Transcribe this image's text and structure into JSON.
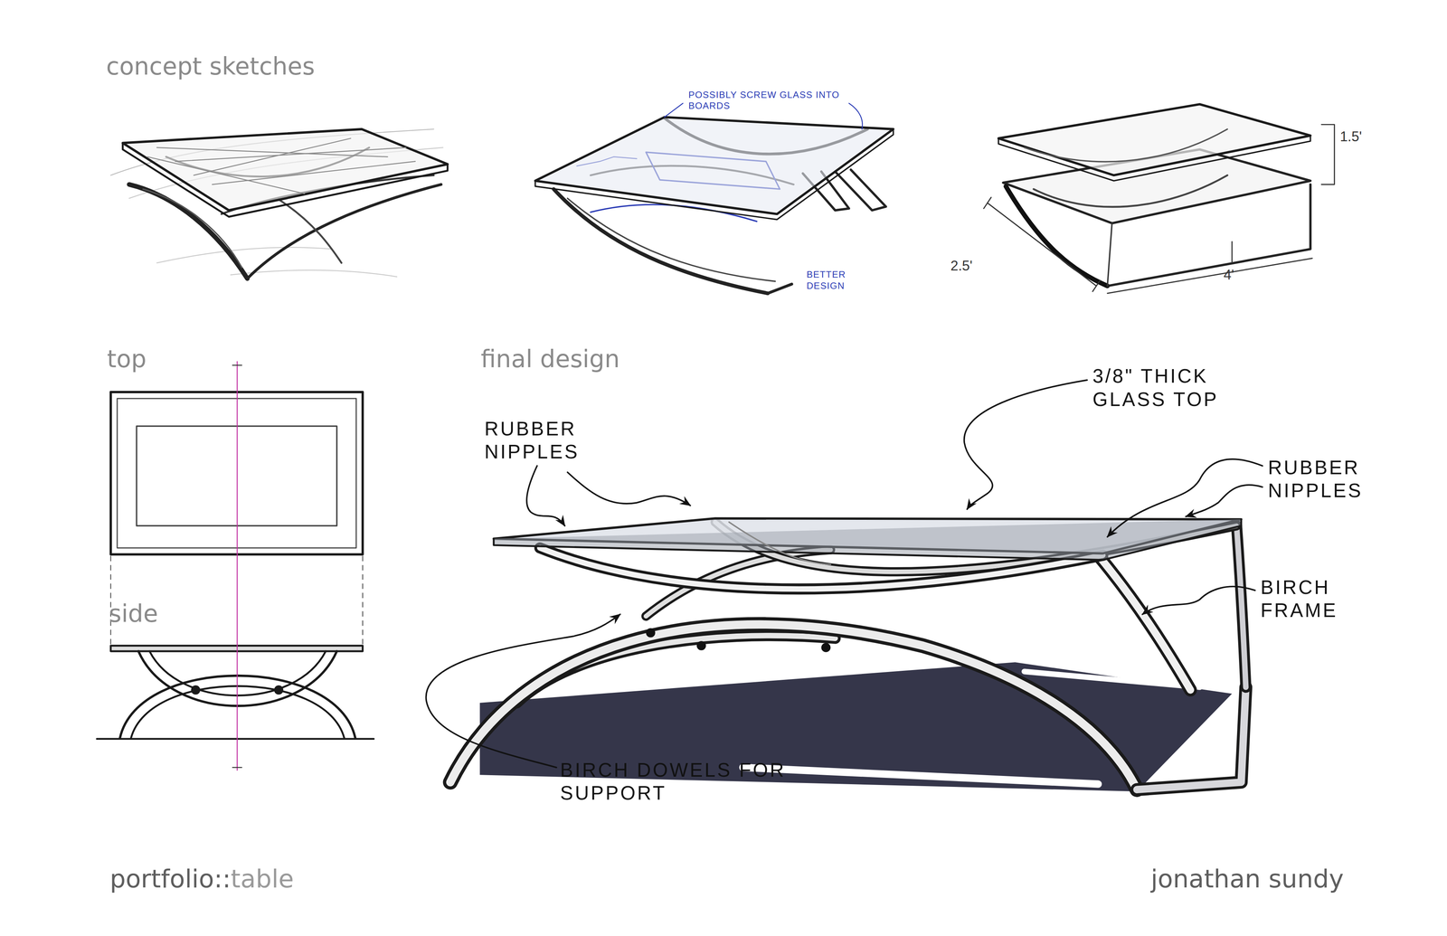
{
  "diagram": {
    "labels": [
      "concept sketches",
      "POSSIBLY SCREW GLASS INTO BOARDS",
      "BETTER DESIGN",
      "1.5'",
      "2.5'",
      "4'",
      "top",
      "side",
      "final design",
      "3/8\" THICK GLASS TOP",
      "RUBBER NIPPLES",
      "RUBBER NIPPLES",
      "BIRCH FRAME",
      "BIRCH DOWELS FOR SUPPORT",
      "portfolio::",
      "table",
      "jonathan sundy"
    ]
  }
}
